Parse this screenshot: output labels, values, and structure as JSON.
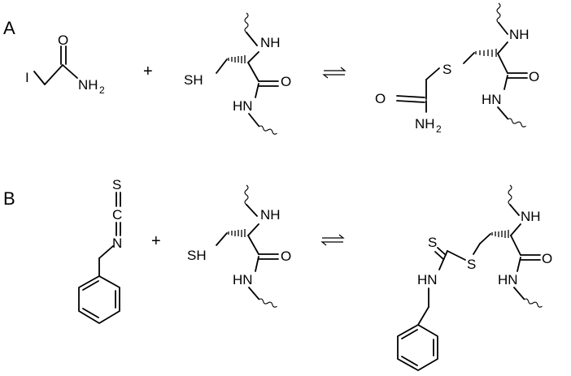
{
  "panels": [
    {
      "label": "A",
      "reagent": {
        "I": "I",
        "O": "O",
        "NH": "NH",
        "sub2": "2"
      },
      "plus": "+",
      "cysteine": {
        "SH": "SH",
        "NH": "NH",
        "O": "O",
        "HN": "HN"
      },
      "product": {
        "S": "S",
        "NH": "NH",
        "O_amide": "O",
        "NH2": "NH",
        "sub2": "2",
        "O": "O",
        "HN": "HN"
      }
    },
    {
      "label": "B",
      "reagent": {
        "S": "S",
        "C": "C",
        "N": "N"
      },
      "plus": "+",
      "cysteine": {
        "SH": "SH",
        "NH": "NH",
        "O": "O",
        "HN": "HN"
      },
      "product": {
        "S_thione": "S",
        "S": "S",
        "HN_thio": "HN",
        "NH": "NH",
        "O": "O",
        "HN": "HN"
      }
    }
  ]
}
